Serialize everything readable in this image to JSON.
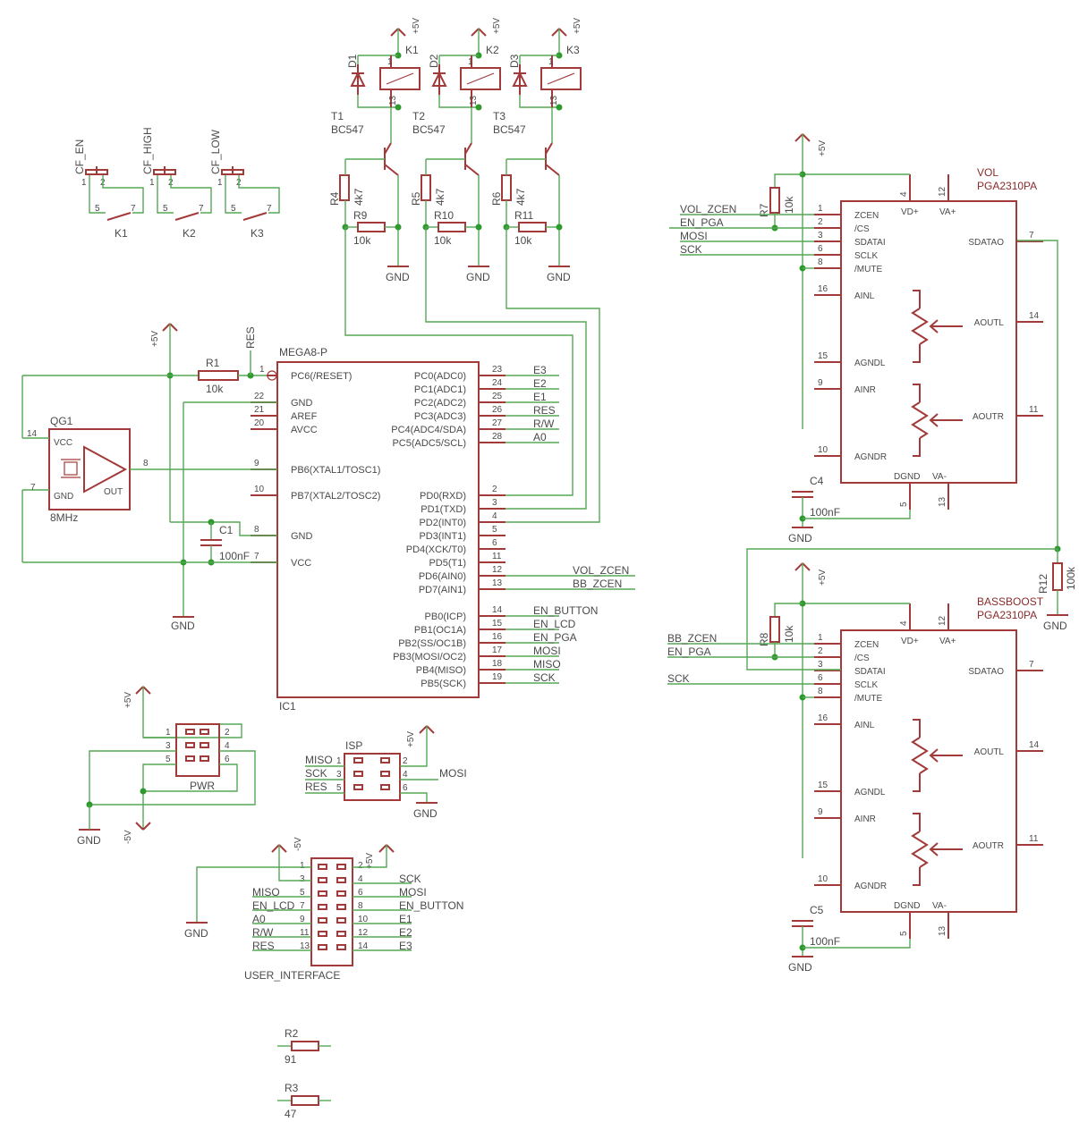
{
  "relays": [
    {
      "diode": "D1",
      "relay": "K1",
      "transistor": "T1",
      "model": "BC547",
      "rbase": "R4",
      "rbase_val": "4k7",
      "rpull": "R9",
      "rpull_val": "10k"
    },
    {
      "diode": "D2",
      "relay": "K2",
      "transistor": "T2",
      "model": "BC547",
      "rbase": "R5",
      "rbase_val": "4k7",
      "rpull": "R10",
      "rpull_val": "10k"
    },
    {
      "diode": "D3",
      "relay": "K3",
      "transistor": "T3",
      "model": "BC547",
      "rbase": "R6",
      "rbase_val": "4k7",
      "rpull": "R11",
      "rpull_val": "10k"
    }
  ],
  "contacts": [
    {
      "name": "CF_EN",
      "k": "K1"
    },
    {
      "name": "CF_HIGH",
      "k": "K2"
    },
    {
      "name": "CF_LOW",
      "k": "K3"
    }
  ],
  "power": {
    "p5": "+5V",
    "m5": "-5V",
    "gnd": "GND",
    "res": "RES"
  },
  "mcu": {
    "name": "MEGA8-P",
    "ref": "IC1",
    "left_pins": [
      {
        "num": "1",
        "label": "PC6(/RESET)"
      },
      {
        "num": "22",
        "label": "GND"
      },
      {
        "num": "21",
        "label": "AREF"
      },
      {
        "num": "20",
        "label": "AVCC"
      },
      {
        "num": "9",
        "label": "PB6(XTAL1/TOSC1)"
      },
      {
        "num": "10",
        "label": "PB7(XTAL2/TOSC2)"
      },
      {
        "num": "8",
        "label": "GND"
      },
      {
        "num": "7",
        "label": "VCC"
      }
    ],
    "right_pins": [
      {
        "num": "23",
        "label": "PC0(ADC0)",
        "net": "E3"
      },
      {
        "num": "24",
        "label": "PC1(ADC1)",
        "net": "E2"
      },
      {
        "num": "25",
        "label": "PC2(ADC2)",
        "net": "E1"
      },
      {
        "num": "26",
        "label": "PC3(ADC3)",
        "net": "RES"
      },
      {
        "num": "27",
        "label": "PC4(ADC4/SDA)",
        "net": "R/W"
      },
      {
        "num": "28",
        "label": "PC5(ADC5/SCL)",
        "net": "A0"
      },
      {
        "num": "2",
        "label": "PD0(RXD)",
        "net": ""
      },
      {
        "num": "3",
        "label": "PD1(TXD)",
        "net": ""
      },
      {
        "num": "4",
        "label": "PD2(INT0)",
        "net": ""
      },
      {
        "num": "5",
        "label": "PD3(INT1)",
        "net": ""
      },
      {
        "num": "6",
        "label": "PD4(XCK/T0)",
        "net": ""
      },
      {
        "num": "11",
        "label": "PD5(T1)",
        "net": ""
      },
      {
        "num": "12",
        "label": "PD6(AIN0)",
        "net": "VOL_ZCEN"
      },
      {
        "num": "13",
        "label": "PD7(AIN1)",
        "net": "BB_ZCEN"
      },
      {
        "num": "14",
        "label": "PB0(ICP)",
        "net": "EN_BUTTON"
      },
      {
        "num": "15",
        "label": "PB1(OC1A)",
        "net": "EN_LCD"
      },
      {
        "num": "16",
        "label": "PB2(SS/OC1B)",
        "net": "EN_PGA"
      },
      {
        "num": "17",
        "label": "PB3(MOSI/OC2)",
        "net": "MOSI"
      },
      {
        "num": "18",
        "label": "PB4(MISO)",
        "net": "MISO"
      },
      {
        "num": "19",
        "label": "PB5(SCK)",
        "net": "SCK"
      }
    ]
  },
  "osc": {
    "ref": "QG1",
    "freq": "8MHz",
    "vcc": "VCC",
    "gnd": "GND",
    "out": "OUT",
    "pin14": "14",
    "pin7": "7",
    "pin8": "8"
  },
  "r1": {
    "ref": "R1",
    "val": "10k"
  },
  "c1": {
    "ref": "C1",
    "val": "100nF"
  },
  "pga": [
    {
      "title": "VOL",
      "part": "PGA2310PA",
      "rz": "R7",
      "rz_val": "10k",
      "cap": "C4",
      "cap_val": "100nF",
      "nets": [
        "VOL_ZCEN",
        "EN_PGA",
        "MOSI",
        "SCK"
      ]
    },
    {
      "title": "BASSBOOST",
      "part": "PGA2310PA",
      "rz": "R8",
      "rz_val": "10k",
      "cap": "C5",
      "cap_val": "100nF",
      "nets": [
        "BB_ZCEN",
        "EN_PGA",
        "",
        "SCK"
      ]
    }
  ],
  "pga_pins": {
    "left": [
      {
        "n": "1",
        "l": "ZCEN"
      },
      {
        "n": "2",
        "l": "/CS"
      },
      {
        "n": "3",
        "l": "SDATAI"
      },
      {
        "n": "6",
        "l": "SCLK"
      },
      {
        "n": "8",
        "l": "/MUTE"
      },
      {
        "n": "16",
        "l": "AINL"
      },
      {
        "n": "15",
        "l": "AGNDL"
      },
      {
        "n": "9",
        "l": "AINR"
      },
      {
        "n": "10",
        "l": "AGNDR"
      }
    ],
    "top": [
      {
        "n": "4",
        "l": "VD+"
      },
      {
        "n": "12",
        "l": "VA+"
      }
    ],
    "right": [
      {
        "n": "7",
        "l": "SDATAO"
      },
      {
        "n": "14",
        "l": "AOUTL"
      },
      {
        "n": "11",
        "l": "AOUTR"
      }
    ],
    "bottom": [
      {
        "n": "5",
        "l": "DGND"
      },
      {
        "n": "13",
        "l": "VA-"
      }
    ]
  },
  "r12": {
    "ref": "R12",
    "val": "100k"
  },
  "pwr": {
    "ref": "PWR",
    "pins": [
      "1",
      "2",
      "3",
      "4",
      "5",
      "6"
    ]
  },
  "isp": {
    "ref": "ISP",
    "left": [
      "MISO",
      "SCK",
      "RES"
    ],
    "right": [
      "MOSI"
    ],
    "pins": [
      "1",
      "2",
      "3",
      "4",
      "5",
      "6"
    ]
  },
  "ui": {
    "ref": "USER_INTERFACE",
    "left_nets": [
      "",
      "",
      "MISO",
      "EN_LCD",
      "A0",
      "R/W",
      "RES"
    ],
    "right_nets": [
      "",
      "SCK",
      "MOSI",
      "EN_BUTTON",
      "E1",
      "E2",
      "E3"
    ],
    "left_pins": [
      "1",
      "3",
      "5",
      "7",
      "9",
      "11",
      "13"
    ],
    "right_pins": [
      "2",
      "4",
      "6",
      "8",
      "10",
      "12",
      "14"
    ]
  },
  "r2": {
    "ref": "R2",
    "val": "91"
  },
  "r3": {
    "ref": "R3",
    "val": "47"
  }
}
